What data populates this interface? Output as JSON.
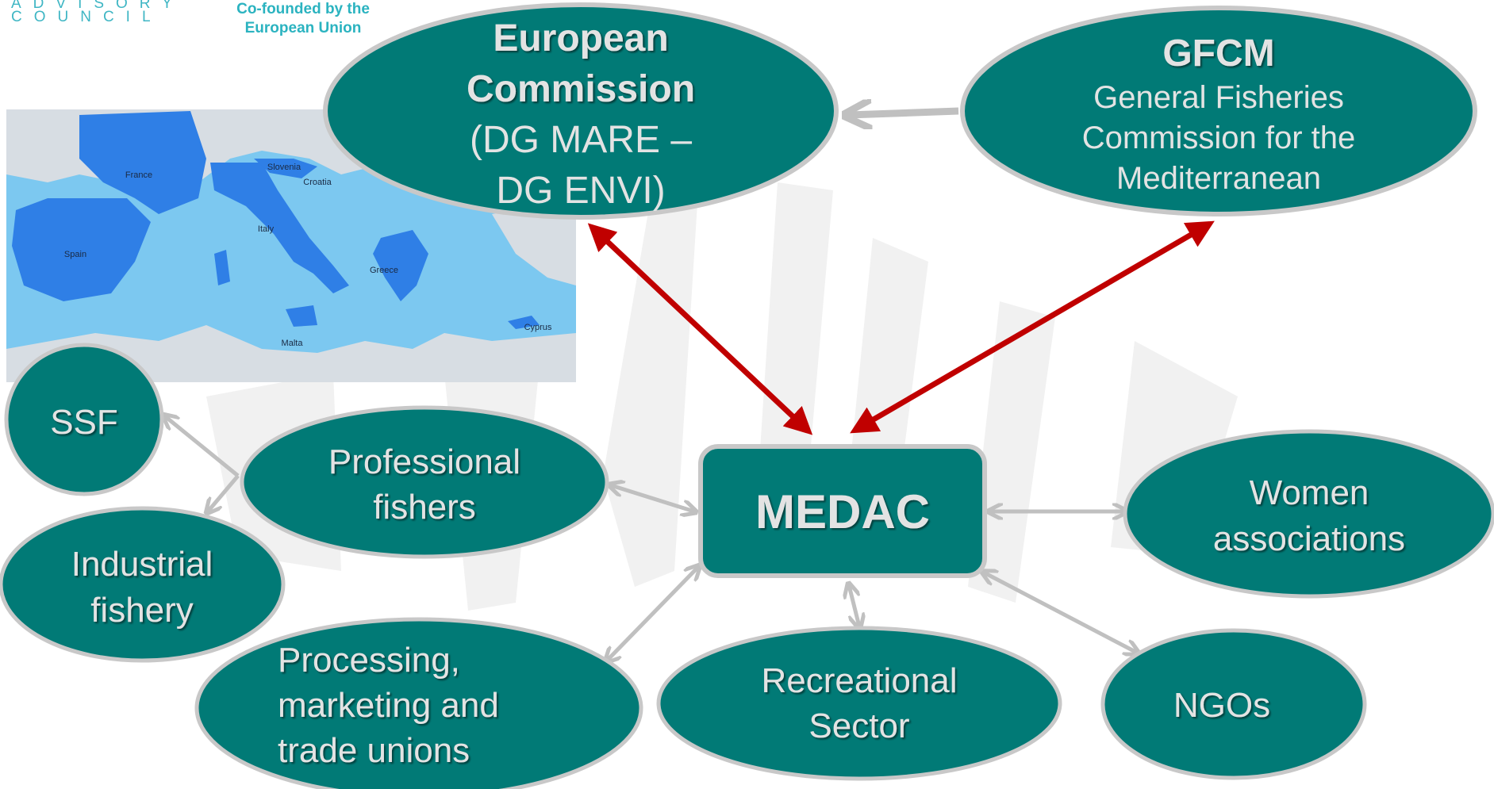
{
  "header": {
    "advisory": "ADVISORY",
    "council": "COUNCIL",
    "cofounded_line1": "Co-founded by the",
    "cofounded_line2": "European Union"
  },
  "map": {
    "labels": [
      "France",
      "Slovenia",
      "Croatia",
      "Italy",
      "Spain",
      "Greece",
      "Malta",
      "Cyprus"
    ]
  },
  "nodes": {
    "ec": {
      "line1": "European",
      "line2": "Commission",
      "line3": "(DG MARE –",
      "line4": "DG ENVI)"
    },
    "gfcm": {
      "title": "GFCM",
      "line1": "General Fisheries",
      "line2": "Commission for the",
      "line3": "Mediterranean"
    },
    "medac": {
      "label": "MEDAC"
    },
    "ssf": {
      "label": "SSF"
    },
    "professional": {
      "line1": "Professional",
      "line2": "fishers"
    },
    "industrial": {
      "line1": "Industrial",
      "line2": "fishery"
    },
    "processing": {
      "line1": "Processing,",
      "line2": "marketing and",
      "line3": "trade unions"
    },
    "recreational": {
      "line1": "Recreational",
      "line2": "Sector"
    },
    "women": {
      "line1": "Women",
      "line2": "associations"
    },
    "ngos": {
      "label": "NGOs"
    }
  },
  "colors": {
    "teal": "#017a76",
    "outline": "#c8c8c8",
    "red_arrow": "#c00000",
    "grey_arrow": "#c0c0c0",
    "node_text": "#e3e3e3",
    "map_sea": "#7cc8f0",
    "map_land_eu": "#2f7fe6",
    "map_land_other": "#d7dde3"
  }
}
